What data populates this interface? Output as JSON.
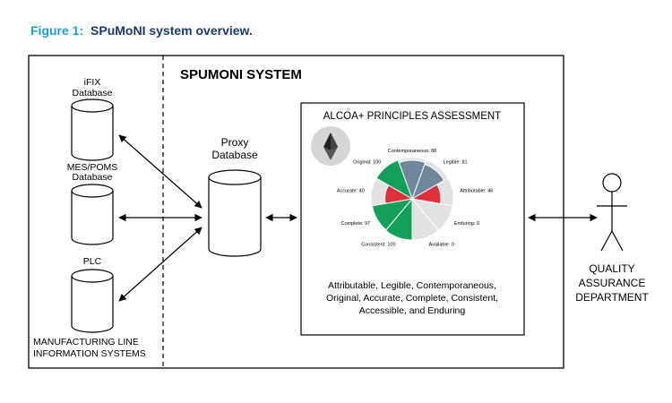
{
  "caption": {
    "prefix": "Figure 1:",
    "text": "SPuMoNI system overview.",
    "prefix_color": "#1aa0d8",
    "text_color": "#1b3a6b"
  },
  "system": {
    "title": "SPUMONI SYSTEM"
  },
  "left": {
    "ifix": [
      "iFIX",
      "Database"
    ],
    "mes": [
      "MES/POMS",
      "Database"
    ],
    "plc": [
      "PLC"
    ],
    "footer": [
      "MANUFACTURING LINE",
      "INFORMATION SYSTEMS"
    ]
  },
  "proxy": [
    "Proxy",
    "Database"
  ],
  "alcoa": {
    "title": "ALCOA+ PRINCIPLES ASSESSMENT",
    "icon": "ethereum-icon",
    "body": [
      "Attributable, Legible, Contemporaneous,",
      "Original, Accurate, Complete, Consistent,",
      "Accessible, and Enduring"
    ],
    "colors": {
      "green": "#12a05a",
      "slate": "#6f8798",
      "red": "#e0303a",
      "grey": "#e2e2e2"
    }
  },
  "qa": {
    "label": [
      "QUALITY",
      "ASSURANCE",
      "DEPARTMENT"
    ]
  },
  "chart_data": {
    "type": "pie",
    "subtype": "polar-area",
    "categories": [
      "Contemporaneous",
      "Legible",
      "Attributable",
      "Enduring",
      "Available",
      "Consistent",
      "Complete",
      "Accurate",
      "Original"
    ],
    "labels": [
      "Contemporaneous: 88",
      "Legible: 81",
      "Attributable: 46",
      "Enduring: 0",
      "Available: 0",
      "Consistent: 100",
      "Complete: 97",
      "Accurate: 40",
      "Original: 100"
    ],
    "values": [
      88,
      81,
      46,
      0,
      0,
      100,
      97,
      40,
      100
    ],
    "colors": [
      "#6f8798",
      "#6f8798",
      "#e0303a",
      "#e2e2e2",
      "#e2e2e2",
      "#12a05a",
      "#12a05a",
      "#e0303a",
      "#12a05a"
    ]
  }
}
